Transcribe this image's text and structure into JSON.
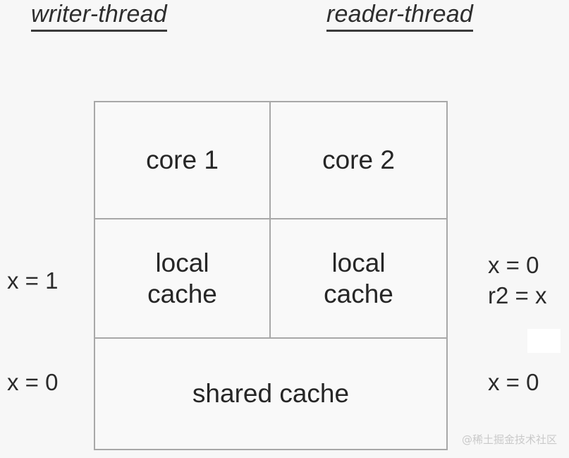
{
  "diagram": {
    "title_left": "writer-thread",
    "title_right": "reader-thread",
    "table": {
      "rows": [
        {
          "name": "core-row",
          "cells": [
            {
              "label": "core 1"
            },
            {
              "label": "core 2"
            }
          ]
        },
        {
          "name": "cache-row",
          "cells": [
            {
              "line1": "local",
              "line2": "cache"
            },
            {
              "line1": "local",
              "line2": "cache"
            }
          ]
        },
        {
          "name": "shared-row",
          "cells": [
            {
              "label": "shared cache"
            }
          ]
        }
      ]
    },
    "annotations": {
      "writer_local_cache": "x = 1",
      "writer_shared_cache": "x = 0",
      "reader_local_cache_line1": "x = 0",
      "reader_local_cache_line2": "r2 = x",
      "reader_shared_cache": "x = 0"
    },
    "watermark": "@稀土掘金技术社区",
    "colors": {
      "background": "#f7f7f7",
      "cell_background": "#f9f9f9",
      "border": "#a8a8a8",
      "text": "#2b2b2b",
      "underline": "#3a3a3a",
      "watermark": "#c9c9c9"
    }
  }
}
